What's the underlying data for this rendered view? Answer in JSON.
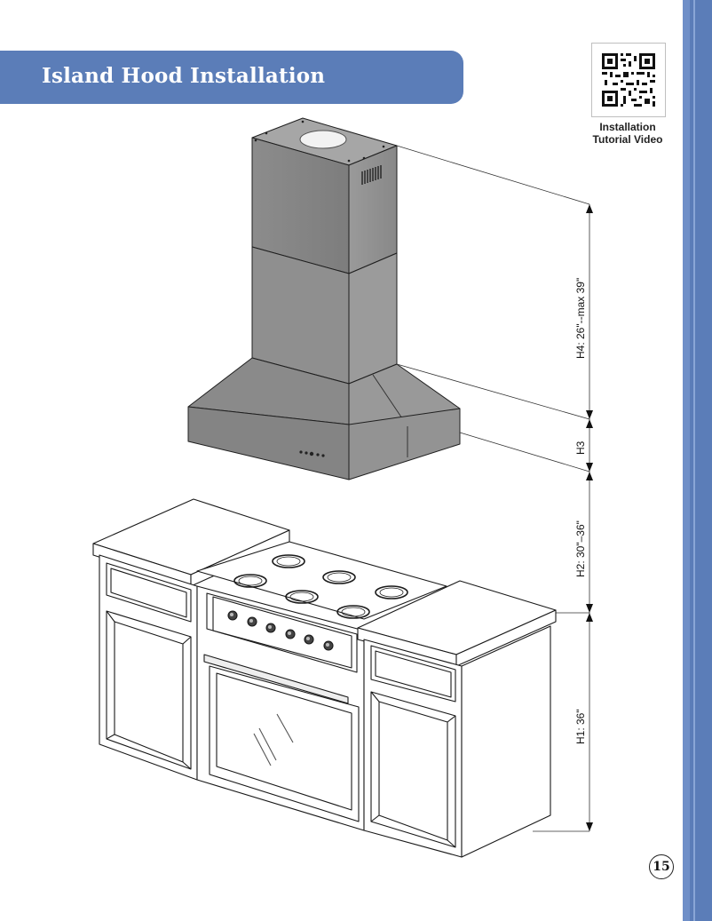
{
  "header": {
    "title": "Island Hood Installation"
  },
  "qr": {
    "caption_line1": "Installation",
    "caption_line2": "Tutorial Video"
  },
  "dimensions": {
    "h4": "H4: 26\"--max 39\"",
    "h3": "H3",
    "h2": "H2: 30\"–36\"",
    "h1": "H1: 36\""
  },
  "footer": {
    "page_number": "15"
  },
  "colors": {
    "accent": "#5b7db8",
    "hood": "#8a8a8a",
    "outline": "#1f1f1f"
  }
}
